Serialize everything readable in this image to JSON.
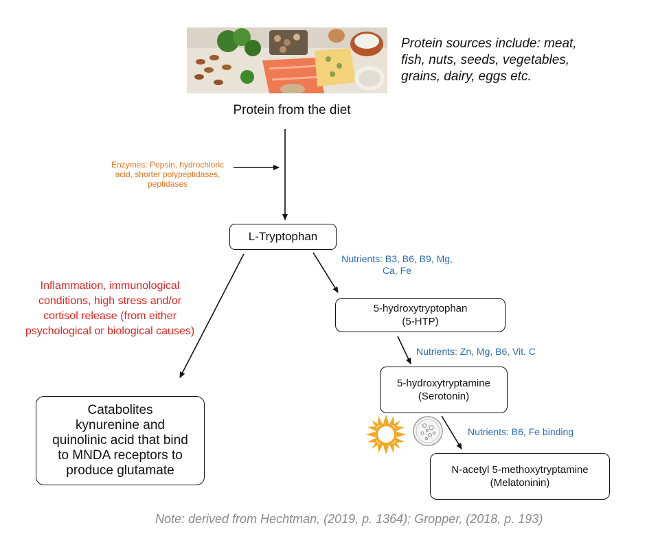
{
  "protein_sources": {
    "lines": [
      "Protein sources include: meat,",
      "fish, nuts, seeds, vegetables,",
      "grains, dairy, eggs etc."
    ]
  },
  "protein_label": "Protein from the diet",
  "enzymes": {
    "lines": [
      "Enzymes: Pepsin, hydrochloric",
      "acid, shorter polypeptidases,",
      "peptidases"
    ],
    "color": "#e8731f"
  },
  "l_tryptophan": "L-Tryptophan",
  "nutrients_1": {
    "lines": [
      "Nutrients: B3, B6, B9, Mg,",
      "Ca, Fe"
    ]
  },
  "hydroxytryptophan": {
    "lines": [
      "5-hydroxytryptophan",
      "(5-HTP)"
    ]
  },
  "nutrients_2": "Nutrients: Zn, Mg, B6, Vit. C",
  "serotonin": {
    "lines": [
      "5-hydroxytryptamine",
      "(Serotonin)"
    ]
  },
  "nutrients_3": "Nutrients: B6, Fe binding",
  "melatonin": {
    "lines": [
      "N-acetyl 5-methoxytryptamine",
      "(Melatoninin)"
    ]
  },
  "inflammation": {
    "lines": [
      "Inflammation, immunological",
      "conditions, high stress and/or",
      "cortisol release (from either",
      "psychological or biological causes)"
    ],
    "color": "#e3231f"
  },
  "catabolites": {
    "lines": [
      "Catabolites",
      "kynurenine and",
      "quinolinic acid that bind",
      "to MNDA receptors to",
      "produce glutamate"
    ]
  },
  "note": "Note: derived from Hechtman, (2019, p. 1364); Gropper, (2018, p. 193)",
  "icons": [
    "sun-icon",
    "cell-icon"
  ],
  "colors": {
    "nutrients": "#2a6db5",
    "note": "#8a8a8a",
    "sun": "#f5a623"
  }
}
